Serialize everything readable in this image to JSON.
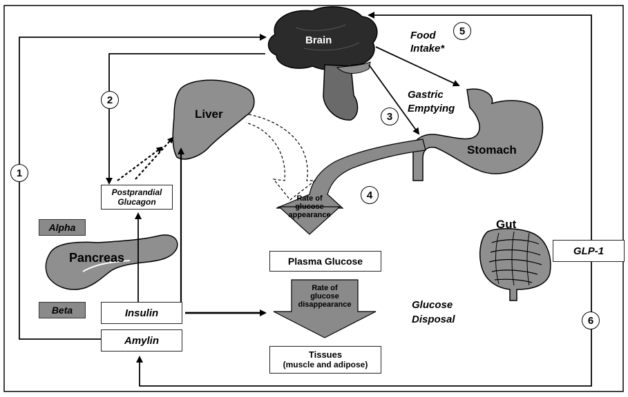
{
  "organs": {
    "brain": "Brain",
    "liver": "Liver",
    "stomach": "Stomach",
    "pancreas": "Pancreas",
    "gut": "Gut"
  },
  "cells": {
    "alpha": "Alpha",
    "beta": "Beta"
  },
  "hormones": {
    "postprandial_glucagon_line1": "Postprandial",
    "postprandial_glucagon_line2": "Glucagon",
    "insulin": "Insulin",
    "amylin": "Amylin",
    "glp1": "GLP-1"
  },
  "processes": {
    "food_intake_line1": "Food",
    "food_intake_line2": "Intake*",
    "gastric_emptying_line1": "Gastric",
    "gastric_emptying_line2": "Emptying",
    "glucose_disposal_line1": "Glucose",
    "glucose_disposal_line2": "Disposal"
  },
  "flows": {
    "appearance_line1": "Rate of",
    "appearance_line2": "glucose",
    "appearance_line3": "appearance",
    "disappearance_line1": "Rate of",
    "disappearance_line2": "glucose",
    "disappearance_line3": "disappearance"
  },
  "pools": {
    "plasma_glucose": "Plasma Glucose",
    "tissues_line1": "Tissues",
    "tissues_line2": "(muscle and adipose)"
  },
  "pathway_numbers": {
    "n1": "1",
    "n2": "2",
    "n3": "3",
    "n4": "4",
    "n5": "5",
    "n6": "6"
  }
}
